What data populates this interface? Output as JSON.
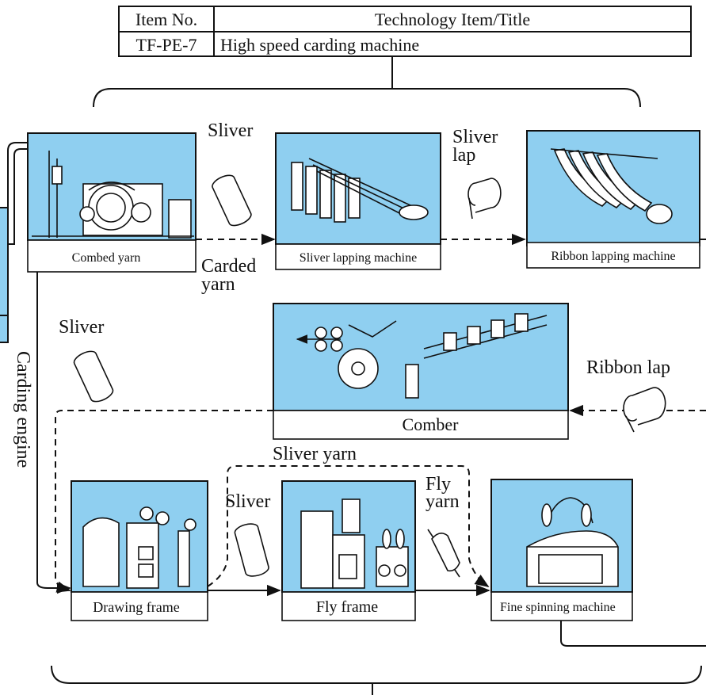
{
  "header": {
    "col1_heading": "Item No.",
    "col2_heading": "Technology Item/Title",
    "item_no": "TF-PE-7",
    "title": "High speed carding machine"
  },
  "machines": {
    "combed_yarn": "Combed yarn",
    "sliver_lapping": "Sliver lapping machine",
    "ribbon_lapping": "Ribbon lapping machine",
    "comber": "Comber",
    "drawing_frame": "Drawing frame",
    "fly_frame": "Fly frame",
    "fine_spinning": "Fine spinning machine"
  },
  "side_label": "Carding engine",
  "labels": {
    "sliver_top": "Sliver",
    "sliver_lap_1": "Sliver",
    "sliver_lap_2": "lap",
    "carded_1": "Carded",
    "carded_2": "yarn",
    "sliver_left": "Sliver",
    "ribbon_lap": "Ribbon lap",
    "sliver_yarn": "Sliver yarn",
    "sliver_bottom": "Sliver",
    "fly_yarn_1": "Fly",
    "fly_yarn_2": "yarn"
  }
}
